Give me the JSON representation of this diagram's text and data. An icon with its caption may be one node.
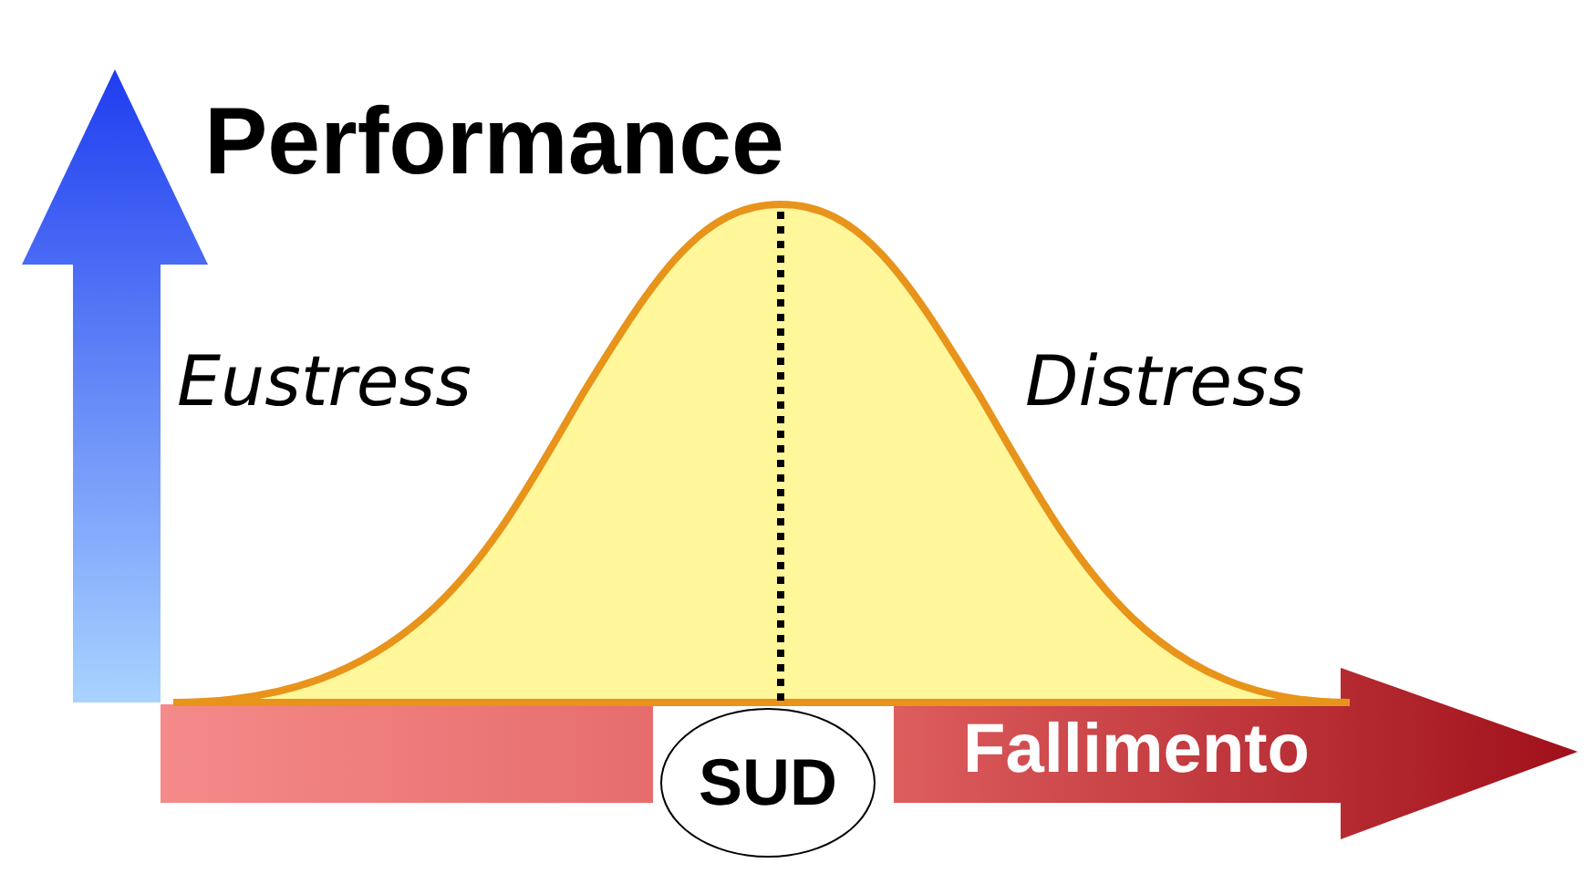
{
  "diagram": {
    "nodes": [
      {
        "text": [
          "SUD"
        ]
      }
    ],
    "labels": [
      "Performance",
      "Eustress",
      "Distress",
      "Fallimento"
    ]
  }
}
